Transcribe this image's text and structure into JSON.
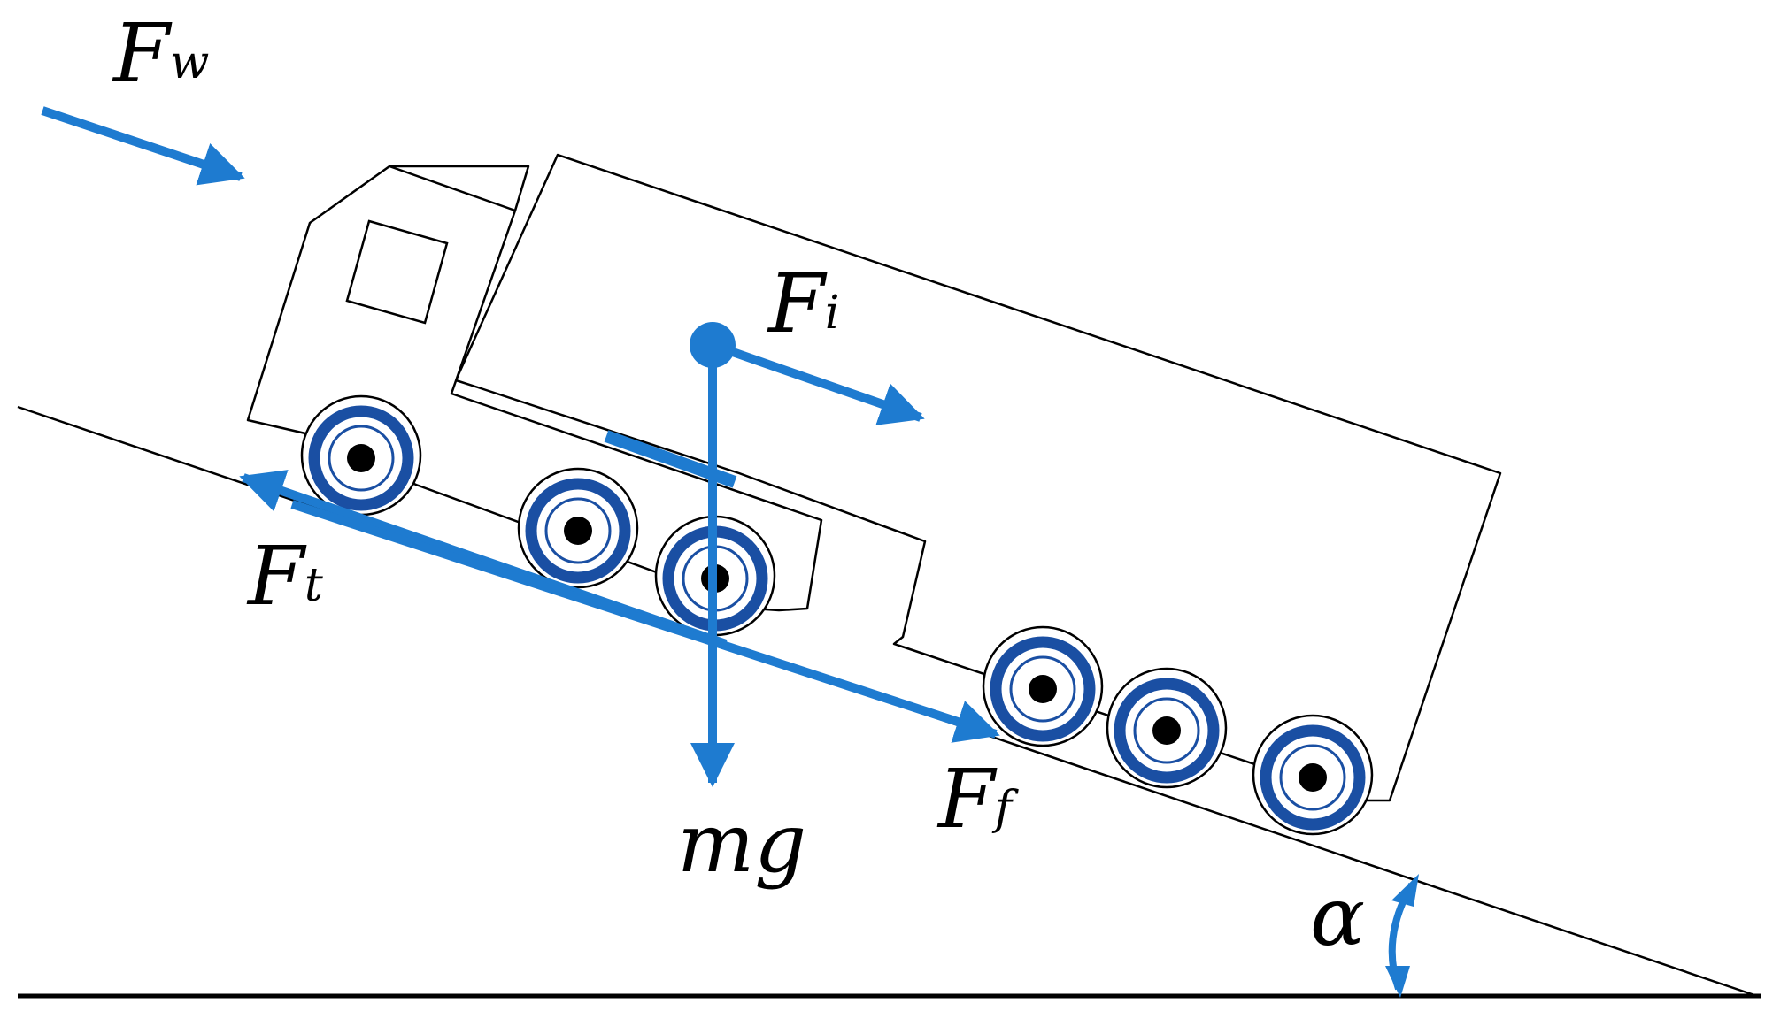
{
  "colors": {
    "arrow": "#1e7bd0",
    "wheel": "#1a4fa3",
    "outline": "#000000"
  },
  "labels": {
    "wind": {
      "main": "F",
      "sub": "w"
    },
    "inertia": {
      "main": "F",
      "sub": "i"
    },
    "traction": {
      "main": "F",
      "sub": "t"
    },
    "friction": {
      "main": "F",
      "sub": "f"
    },
    "gravity": "mg",
    "angle": "α"
  }
}
